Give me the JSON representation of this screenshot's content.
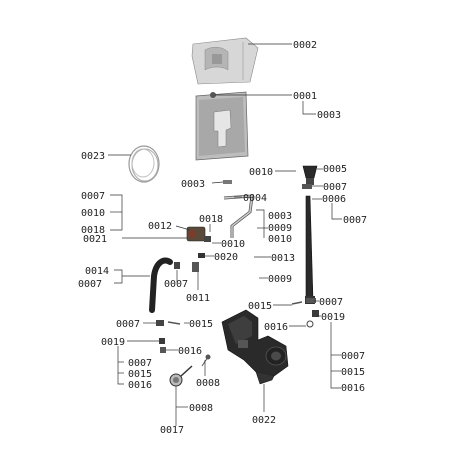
{
  "labels": {
    "p0002": "0002",
    "p0001": "0001",
    "p0003a": "0003",
    "p0023": "0023",
    "p0010a": "0010",
    "p0005": "0005",
    "p0003b": "0003",
    "p0007a": "0007",
    "p0004": "0004",
    "p0006": "0006",
    "p0007b": "0007",
    "p0010b": "0010",
    "p0007c": "0007",
    "p0018a": "0018",
    "p0003c": "0003",
    "p0018b": "0018",
    "p0012": "0012",
    "p0009a": "0009",
    "p0010c": "0010",
    "p0021": "0021",
    "p0010d": "0010",
    "p0020": "0020",
    "p0013": "0013",
    "p0014": "0014",
    "p0009b": "0009",
    "p0007d": "0007",
    "p0007e": "0007",
    "p0011": "0011",
    "p0015a": "0015",
    "p0007f": "0007",
    "p0019a": "0019",
    "p0007g": "0007",
    "p0015b": "0015",
    "p0016a": "0016",
    "p0019b": "0019",
    "p0016b": "0016",
    "p0007h": "0007",
    "p0007i": "0007",
    "p0015c": "0015",
    "p0015d": "0015",
    "p0016c": "0016",
    "p0016d": "0016",
    "p0008a": "0008",
    "p0008b": "0008",
    "p0022": "0022",
    "p0017": "0017"
  }
}
